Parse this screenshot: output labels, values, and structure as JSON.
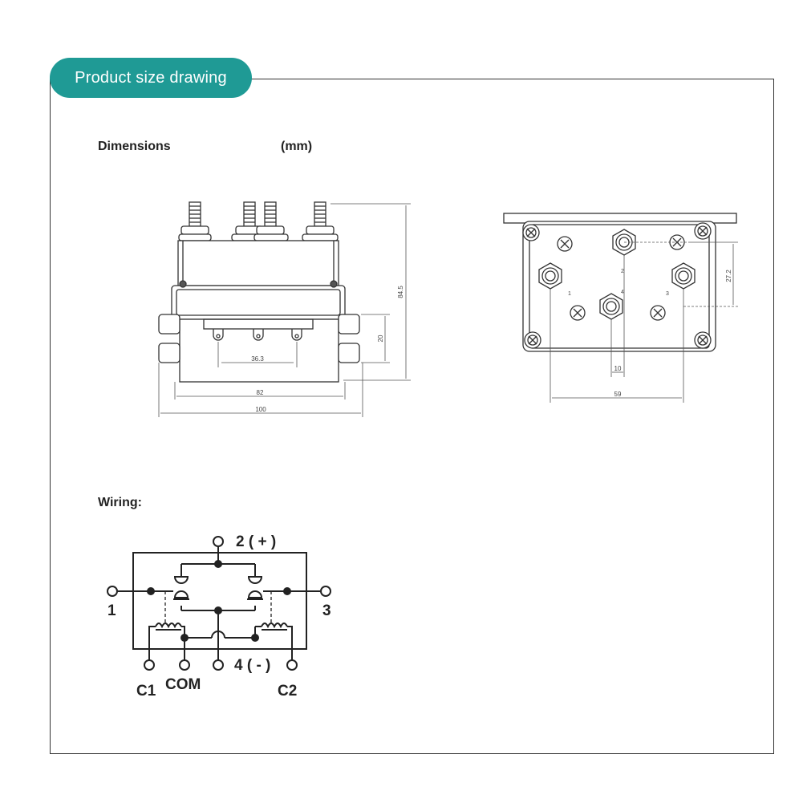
{
  "header": {
    "title": "Product size drawing"
  },
  "dimensions": {
    "heading": "Dimensions",
    "unit": "(mm)",
    "side_view": {
      "height_label": "84.5",
      "mid_height_label": "20",
      "stud_spacing_label": "36.3",
      "body_width_label": "82",
      "overall_width_label": "100"
    },
    "top_view": {
      "vertical_label": "27.2",
      "small_offset_label": "10",
      "width_label": "59",
      "terminal_labels": [
        "1",
        "2",
        "3",
        "4"
      ]
    }
  },
  "wiring": {
    "heading": "Wiring:",
    "terminals": {
      "t2": "2 ( + )",
      "t1": "1",
      "t3": "3",
      "t4": "4 ( - )",
      "c1": "C1",
      "com": "COM",
      "c2": "C2"
    }
  },
  "colors": {
    "accent": "#1f9a95",
    "line": "#333333"
  }
}
